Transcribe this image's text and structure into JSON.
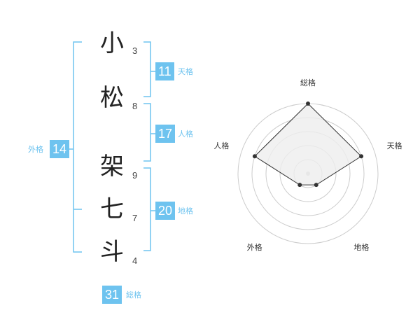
{
  "name": {
    "characters": [
      {
        "char": "小",
        "strokes": "3"
      },
      {
        "char": "松",
        "strokes": "8"
      },
      {
        "char": "架",
        "strokes": "9"
      },
      {
        "char": "七",
        "strokes": "7"
      },
      {
        "char": "斗",
        "strokes": "4"
      }
    ]
  },
  "fortune": {
    "tenkaku": {
      "value": "11",
      "label": "天格"
    },
    "jinkaku": {
      "value": "17",
      "label": "人格"
    },
    "chikaku": {
      "value": "20",
      "label": "地格"
    },
    "gaikaku": {
      "value": "14",
      "label": "外格"
    },
    "soukaku": {
      "value": "31",
      "label": "総格"
    }
  },
  "colors": {
    "accent": "#6ec3ef",
    "radar_fill": "#eeeeee",
    "ring": "#cccccc"
  },
  "chart_data": {
    "type": "radar",
    "axes": [
      "総格",
      "天格",
      "地格",
      "外格",
      "人格"
    ],
    "values": [
      5,
      4,
      1,
      1,
      4
    ],
    "rmax": 5
  }
}
